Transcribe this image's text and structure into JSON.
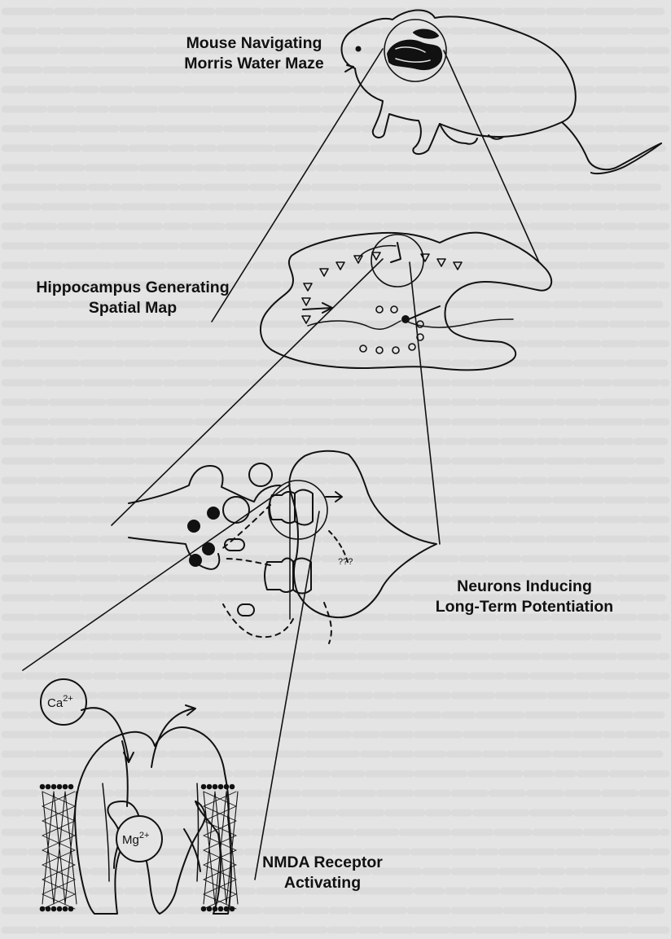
{
  "labels": {
    "mouse": {
      "line1": "Mouse Navigating",
      "line2": "Morris Water Maze"
    },
    "hippocampus": {
      "line1": "Hippocampus Generating",
      "line2": "Spatial Map"
    },
    "neurons": {
      "line1": "Neurons Inducing",
      "line2": "Long-Term Potentiation"
    },
    "nmda": {
      "line1": "NMDA Receptor",
      "line2": "Activating"
    }
  },
  "ions": {
    "calcium": {
      "symbol": "Ca",
      "charge": "2+"
    },
    "magnesium": {
      "symbol": "Mg",
      "charge": "2+"
    }
  },
  "annotations": {
    "unknown_signal": "???"
  },
  "colors": {
    "ink": "#111111",
    "background": "#e4e4e4",
    "ghost_text": "#d3d3d3"
  }
}
